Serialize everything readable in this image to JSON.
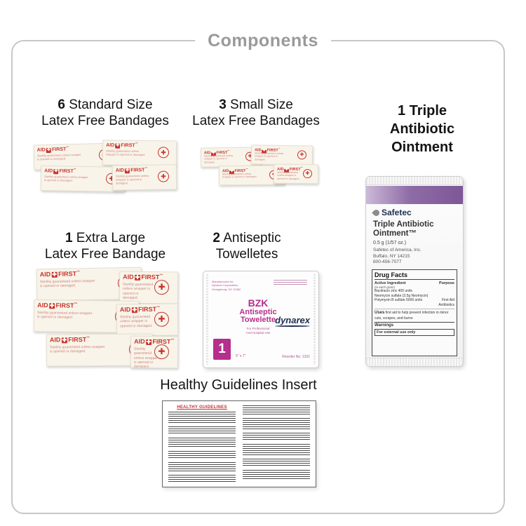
{
  "page": {
    "title": "Components"
  },
  "labels": {
    "standard": {
      "qty": "6",
      "rest": " Standard Size",
      "line2": "Latex Free Bandages"
    },
    "small": {
      "qty": "3",
      "rest": " Small Size",
      "line2": "Latex Free Bandages"
    },
    "ointment": {
      "qty": "1",
      "rest": " Triple",
      "line2": "Antibiotic",
      "line3": "Ointment"
    },
    "extra_large": {
      "qty": "1",
      "rest": " Extra Large",
      "line2": "Latex Free Bandage"
    },
    "towelettes": {
      "qty": "2",
      "rest": " Antiseptic",
      "line2": "Towelletes"
    },
    "insert": "Healthy Guidelines Insert"
  },
  "bandage": {
    "brand_aid": "AID",
    "cross": "✚",
    "brand_first": "FIRST",
    "tm": "™",
    "sterility": "Sterility guaranteed unless wrapper is opened or damaged."
  },
  "ointment_packet": {
    "brand": "Safetec",
    "name_line1": "Triple Antibiotic",
    "name_line2": "Ointment™",
    "size": "0.5 g (1/57 oz.)",
    "company": "Safetec of America, Inc.",
    "city": "Buffalo, NY 14215",
    "phone": "800-456-7077",
    "drug_facts_title": "Drug Facts",
    "active_heading": "Active Ingredient",
    "purpose_heading": "Purpose",
    "in_each_gram": "(in each gram)",
    "ingredient_1": "Bacitracin zinc 400 units",
    "ingredient_2": "Neomycin sulfate (3.5g Neomycin)",
    "ingredient_3": "Polymyxin B sulfate 5000 units",
    "purpose_value_1": "First Aid",
    "purpose_value_2": "Antibiotics",
    "uses_heading": "Uses",
    "uses_text": " first aid to help prevent infection in minor cuts, scrapes, and burns",
    "warnings_heading": "Warnings",
    "external_use": "For external use only"
  },
  "towelette_packet": {
    "manufactured_for": "Manufactured for: Dynarex Corporation, Orangeburg, NY 10962",
    "bzk": "BZK",
    "antiseptic": "Antiseptic",
    "towelette": "Towelette",
    "sub_line1": "For Professional",
    "sub_line2": "And Hospital Use",
    "brand": "dynarex",
    "count": "1",
    "dims": "5\" x 7\"",
    "reorder": "Reorder No. 1331"
  },
  "insert_doc": {
    "heading": "HEALTHY GUIDELINES"
  }
}
